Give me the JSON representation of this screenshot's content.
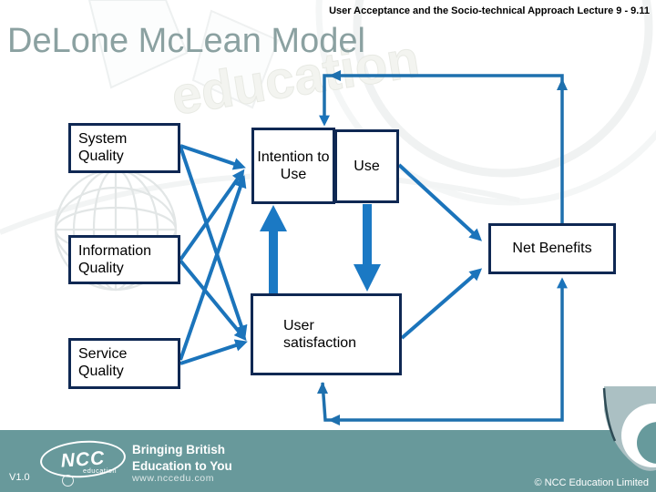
{
  "header": {
    "text": "User Acceptance and the Socio-technical Approach Lecture 9 - 9.11"
  },
  "title": "DeLone McLean Model",
  "diagram": {
    "boxes": {
      "system_quality": "System Quality",
      "information_quality": "Information Quality",
      "service_quality": "Service Quality",
      "intention_to_use": "Intention to Use",
      "use": "Use",
      "net_benefits": "Net Benefits",
      "user_satisfaction": "User satisfaction"
    },
    "connections": [
      "System Quality -> Intention to Use",
      "System Quality -> User satisfaction",
      "Information Quality -> Intention to Use",
      "Information Quality -> User satisfaction",
      "Service Quality -> Intention to Use",
      "Service Quality -> User satisfaction",
      "User satisfaction -> Intention to Use (thick arrow)",
      "Use -> User satisfaction (thick arrow)",
      "Use -> Net Benefits",
      "User satisfaction -> Net Benefits",
      "Net Benefits -> Intention to Use (feedback loop top)",
      "Net Benefits <-> User satisfaction (feedback loop bottom)"
    ]
  },
  "watermark": {
    "ghost_text": "education"
  },
  "footer": {
    "version": "V1.0",
    "logo_text": "NCC",
    "logo_subtext": "education",
    "tagline_line1": "Bringing British",
    "tagline_line2": "Education to You",
    "website": "www.nccedu.com",
    "copyright": "© NCC Education Limited"
  },
  "colors": {
    "accent_blue": "#1b74bb",
    "box_border_navy": "#0f2853",
    "footer_teal": "#68999b",
    "title_gray": "#8ba1a1",
    "shield_gray_teal": "#abc0c3"
  }
}
